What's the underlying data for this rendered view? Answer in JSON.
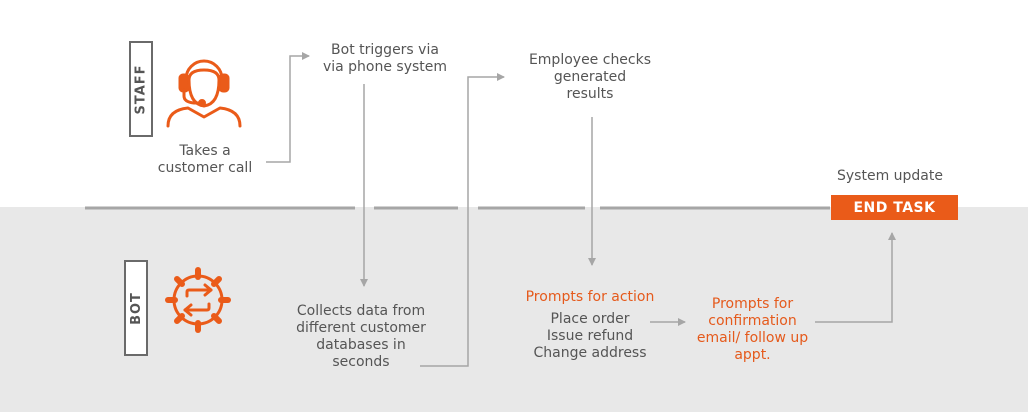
{
  "lanes": {
    "staff_label": "STAFF",
    "bot_label": "BOT"
  },
  "icons": {
    "staff": "headset-agent-icon",
    "bot": "gear-sync-icon"
  },
  "colors": {
    "accent": "#ea5b19",
    "text": "#555555",
    "bot_lane_bg": "#e8e8e8",
    "connector": "#a6a6a6"
  },
  "steps": {
    "takes_call": [
      "Takes a",
      "customer call"
    ],
    "bot_triggers": [
      "Bot triggers via",
      "via phone system"
    ],
    "collects_data": [
      "Collects data from",
      "different customer",
      "databases in",
      "seconds"
    ],
    "employee_checks": [
      "Employee checks",
      "generated",
      "results"
    ],
    "prompts_action_title": "Prompts for action",
    "prompts_action_items": [
      "Place order",
      "Issue refund",
      "Change address"
    ],
    "prompts_confirmation": [
      "Prompts for",
      "confirmation",
      "email/ follow up",
      "appt."
    ],
    "system_update": "System update",
    "end_task": "END TASK"
  }
}
